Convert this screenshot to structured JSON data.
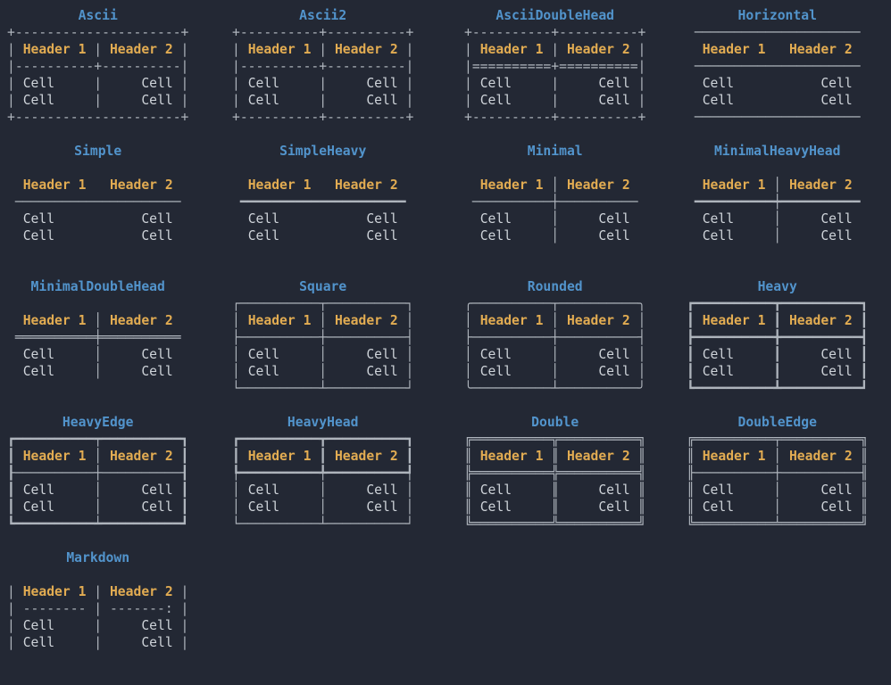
{
  "page": {
    "description": "Terminal output showing a gallery of table box-drawing styles",
    "background_color": "#232834"
  },
  "colors": {
    "title": "#5294cc",
    "header": "#e2ac52",
    "cell": "#ced3d9",
    "border": "#aeb4bc"
  },
  "tables": [
    {
      "title": "Ascii",
      "headers": [
        "Header 1",
        "Header 2"
      ],
      "rows": [
        [
          "Cell",
          "Cell"
        ],
        [
          "Cell",
          "Cell"
        ]
      ],
      "lines": [
        "+---------------------+",
        "| Header 1 | Header 2 |",
        "|----------+----------|",
        "| Cell     |     Cell |",
        "| Cell     |     Cell |",
        "+---------------------+"
      ]
    },
    {
      "title": "Ascii2",
      "headers": [
        "Header 1",
        "Header 2"
      ],
      "rows": [
        [
          "Cell",
          "Cell"
        ],
        [
          "Cell",
          "Cell"
        ]
      ],
      "lines": [
        "+----------+----------+",
        "| Header 1 | Header 2 |",
        "|----------+----------|",
        "| Cell     |     Cell |",
        "| Cell     |     Cell |",
        "+----------+----------+"
      ]
    },
    {
      "title": "AsciiDoubleHead",
      "headers": [
        "Header 1",
        "Header 2"
      ],
      "rows": [
        [
          "Cell",
          "Cell"
        ],
        [
          "Cell",
          "Cell"
        ]
      ],
      "lines": [
        "+----------+----------+",
        "| Header 1 | Header 2 |",
        "|==========+==========|",
        "| Cell     |     Cell |",
        "| Cell     |     Cell |",
        "+----------+----------+"
      ]
    },
    {
      "title": "Horizontal",
      "headers": [
        "Header 1",
        "Header 2"
      ],
      "rows": [
        [
          "Cell",
          "Cell"
        ],
        [
          "Cell",
          "Cell"
        ]
      ],
      "lines": [
        " ───────────────────── ",
        "  Header 1   Header 2  ",
        " ───────────────────── ",
        "  Cell           Cell  ",
        "  Cell           Cell  ",
        " ───────────────────── "
      ]
    },
    {
      "title": "Simple",
      "headers": [
        "Header 1",
        "Header 2"
      ],
      "rows": [
        [
          "Cell",
          "Cell"
        ],
        [
          "Cell",
          "Cell"
        ]
      ],
      "lines": [
        "",
        "  Header 1   Header 2  ",
        " ───────────────────── ",
        "  Cell           Cell  ",
        "  Cell           Cell  "
      ]
    },
    {
      "title": "SimpleHeavy",
      "headers": [
        "Header 1",
        "Header 2"
      ],
      "rows": [
        [
          "Cell",
          "Cell"
        ],
        [
          "Cell",
          "Cell"
        ]
      ],
      "lines": [
        "",
        "  Header 1   Header 2  ",
        " ━━━━━━━━━━━━━━━━━━━━━ ",
        "  Cell           Cell  ",
        "  Cell           Cell  "
      ]
    },
    {
      "title": "Minimal",
      "headers": [
        "Header 1",
        "Header 2"
      ],
      "rows": [
        [
          "Cell",
          "Cell"
        ],
        [
          "Cell",
          "Cell"
        ]
      ],
      "lines": [
        "",
        "  Header 1 │ Header 2  ",
        " ──────────┼────────── ",
        "  Cell     │     Cell  ",
        "  Cell     │     Cell  "
      ]
    },
    {
      "title": "MinimalHeavyHead",
      "headers": [
        "Header 1",
        "Header 2"
      ],
      "rows": [
        [
          "Cell",
          "Cell"
        ],
        [
          "Cell",
          "Cell"
        ]
      ],
      "lines": [
        "",
        "  Header 1 │ Header 2  ",
        " ━━━━━━━━━━┿━━━━━━━━━━ ",
        "  Cell     │     Cell  ",
        "  Cell     │     Cell  "
      ]
    },
    {
      "title": "MinimalDoubleHead",
      "headers": [
        "Header 1",
        "Header 2"
      ],
      "rows": [
        [
          "Cell",
          "Cell"
        ],
        [
          "Cell",
          "Cell"
        ]
      ],
      "lines": [
        "",
        "  Header 1 │ Header 2  ",
        " ══════════╪══════════ ",
        "  Cell     │     Cell  ",
        "  Cell     │     Cell  "
      ]
    },
    {
      "title": "Square",
      "headers": [
        "Header 1",
        "Header 2"
      ],
      "rows": [
        [
          "Cell",
          "Cell"
        ],
        [
          "Cell",
          "Cell"
        ]
      ],
      "lines": [
        "┌──────────┬──────────┐",
        "│ Header 1 │ Header 2 │",
        "├──────────┼──────────┤",
        "│ Cell     │     Cell │",
        "│ Cell     │     Cell │",
        "└──────────┴──────────┘"
      ]
    },
    {
      "title": "Rounded",
      "headers": [
        "Header 1",
        "Header 2"
      ],
      "rows": [
        [
          "Cell",
          "Cell"
        ],
        [
          "Cell",
          "Cell"
        ]
      ],
      "lines": [
        "╭──────────┬──────────╮",
        "│ Header 1 │ Header 2 │",
        "├──────────┼──────────┤",
        "│ Cell     │     Cell │",
        "│ Cell     │     Cell │",
        "╰──────────┴──────────╯"
      ]
    },
    {
      "title": "Heavy",
      "headers": [
        "Header 1",
        "Header 2"
      ],
      "rows": [
        [
          "Cell",
          "Cell"
        ],
        [
          "Cell",
          "Cell"
        ]
      ],
      "lines": [
        "┏━━━━━━━━━━┳━━━━━━━━━━┓",
        "┃ Header 1 ┃ Header 2 ┃",
        "┣━━━━━━━━━━╋━━━━━━━━━━┫",
        "┃ Cell     ┃     Cell ┃",
        "┃ Cell     ┃     Cell ┃",
        "┗━━━━━━━━━━┻━━━━━━━━━━┛"
      ]
    },
    {
      "title": "HeavyEdge",
      "headers": [
        "Header 1",
        "Header 2"
      ],
      "rows": [
        [
          "Cell",
          "Cell"
        ],
        [
          "Cell",
          "Cell"
        ]
      ],
      "lines": [
        "┏━━━━━━━━━━┯━━━━━━━━━━┓",
        "┃ Header 1 │ Header 2 ┃",
        "┠──────────┼──────────┨",
        "┃ Cell     │     Cell ┃",
        "┃ Cell     │     Cell ┃",
        "┗━━━━━━━━━━┷━━━━━━━━━━┛"
      ]
    },
    {
      "title": "HeavyHead",
      "headers": [
        "Header 1",
        "Header 2"
      ],
      "rows": [
        [
          "Cell",
          "Cell"
        ],
        [
          "Cell",
          "Cell"
        ]
      ],
      "lines": [
        "┏━━━━━━━━━━┳━━━━━━━━━━┓",
        "┃ Header 1 ┃ Header 2 ┃",
        "┡━━━━━━━━━━╇━━━━━━━━━━┩",
        "│ Cell     │     Cell │",
        "│ Cell     │     Cell │",
        "└──────────┴──────────┘"
      ]
    },
    {
      "title": "Double",
      "headers": [
        "Header 1",
        "Header 2"
      ],
      "rows": [
        [
          "Cell",
          "Cell"
        ],
        [
          "Cell",
          "Cell"
        ]
      ],
      "lines": [
        "╔══════════╦══════════╗",
        "║ Header 1 ║ Header 2 ║",
        "╠══════════╬══════════╣",
        "║ Cell     ║     Cell ║",
        "║ Cell     ║     Cell ║",
        "╚══════════╩══════════╝"
      ]
    },
    {
      "title": "DoubleEdge",
      "headers": [
        "Header 1",
        "Header 2"
      ],
      "rows": [
        [
          "Cell",
          "Cell"
        ],
        [
          "Cell",
          "Cell"
        ]
      ],
      "lines": [
        "╔══════════╤══════════╗",
        "║ Header 1 │ Header 2 ║",
        "╟──────────┼──────────╢",
        "║ Cell     │     Cell ║",
        "║ Cell     │     Cell ║",
        "╚══════════╧══════════╝"
      ]
    },
    {
      "title": "Markdown",
      "headers": [
        "Header 1",
        "Header 2"
      ],
      "rows": [
        [
          "Cell",
          "Cell"
        ],
        [
          "Cell",
          "Cell"
        ]
      ],
      "lines": [
        "",
        "| Header 1 | Header 2 |",
        "| -------- | -------: |",
        "| Cell     |     Cell |",
        "| Cell     |     Cell |"
      ]
    }
  ]
}
